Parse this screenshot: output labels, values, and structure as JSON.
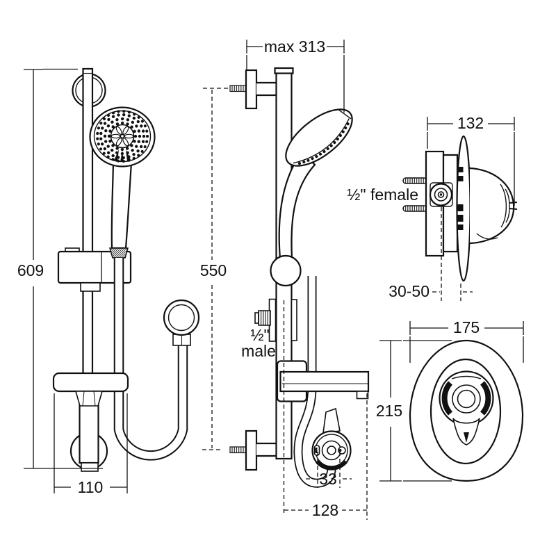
{
  "colors": {
    "line": "#111111",
    "background": "#ffffff"
  },
  "dims": {
    "rail_front": {
      "height": "609",
      "soap_dish_width": "110"
    },
    "rail_side": {
      "max_reach": "max 313",
      "bracket_centres": "550",
      "inlet_size": "½\"",
      "inlet_gender": "male",
      "outlet_diameter": "33",
      "wall_to_front": "128"
    },
    "valve_side": {
      "width": "132",
      "inlet": "½\" female",
      "wall_depth_range": "30-50"
    },
    "valve_front": {
      "width": "175",
      "height": "215"
    }
  }
}
